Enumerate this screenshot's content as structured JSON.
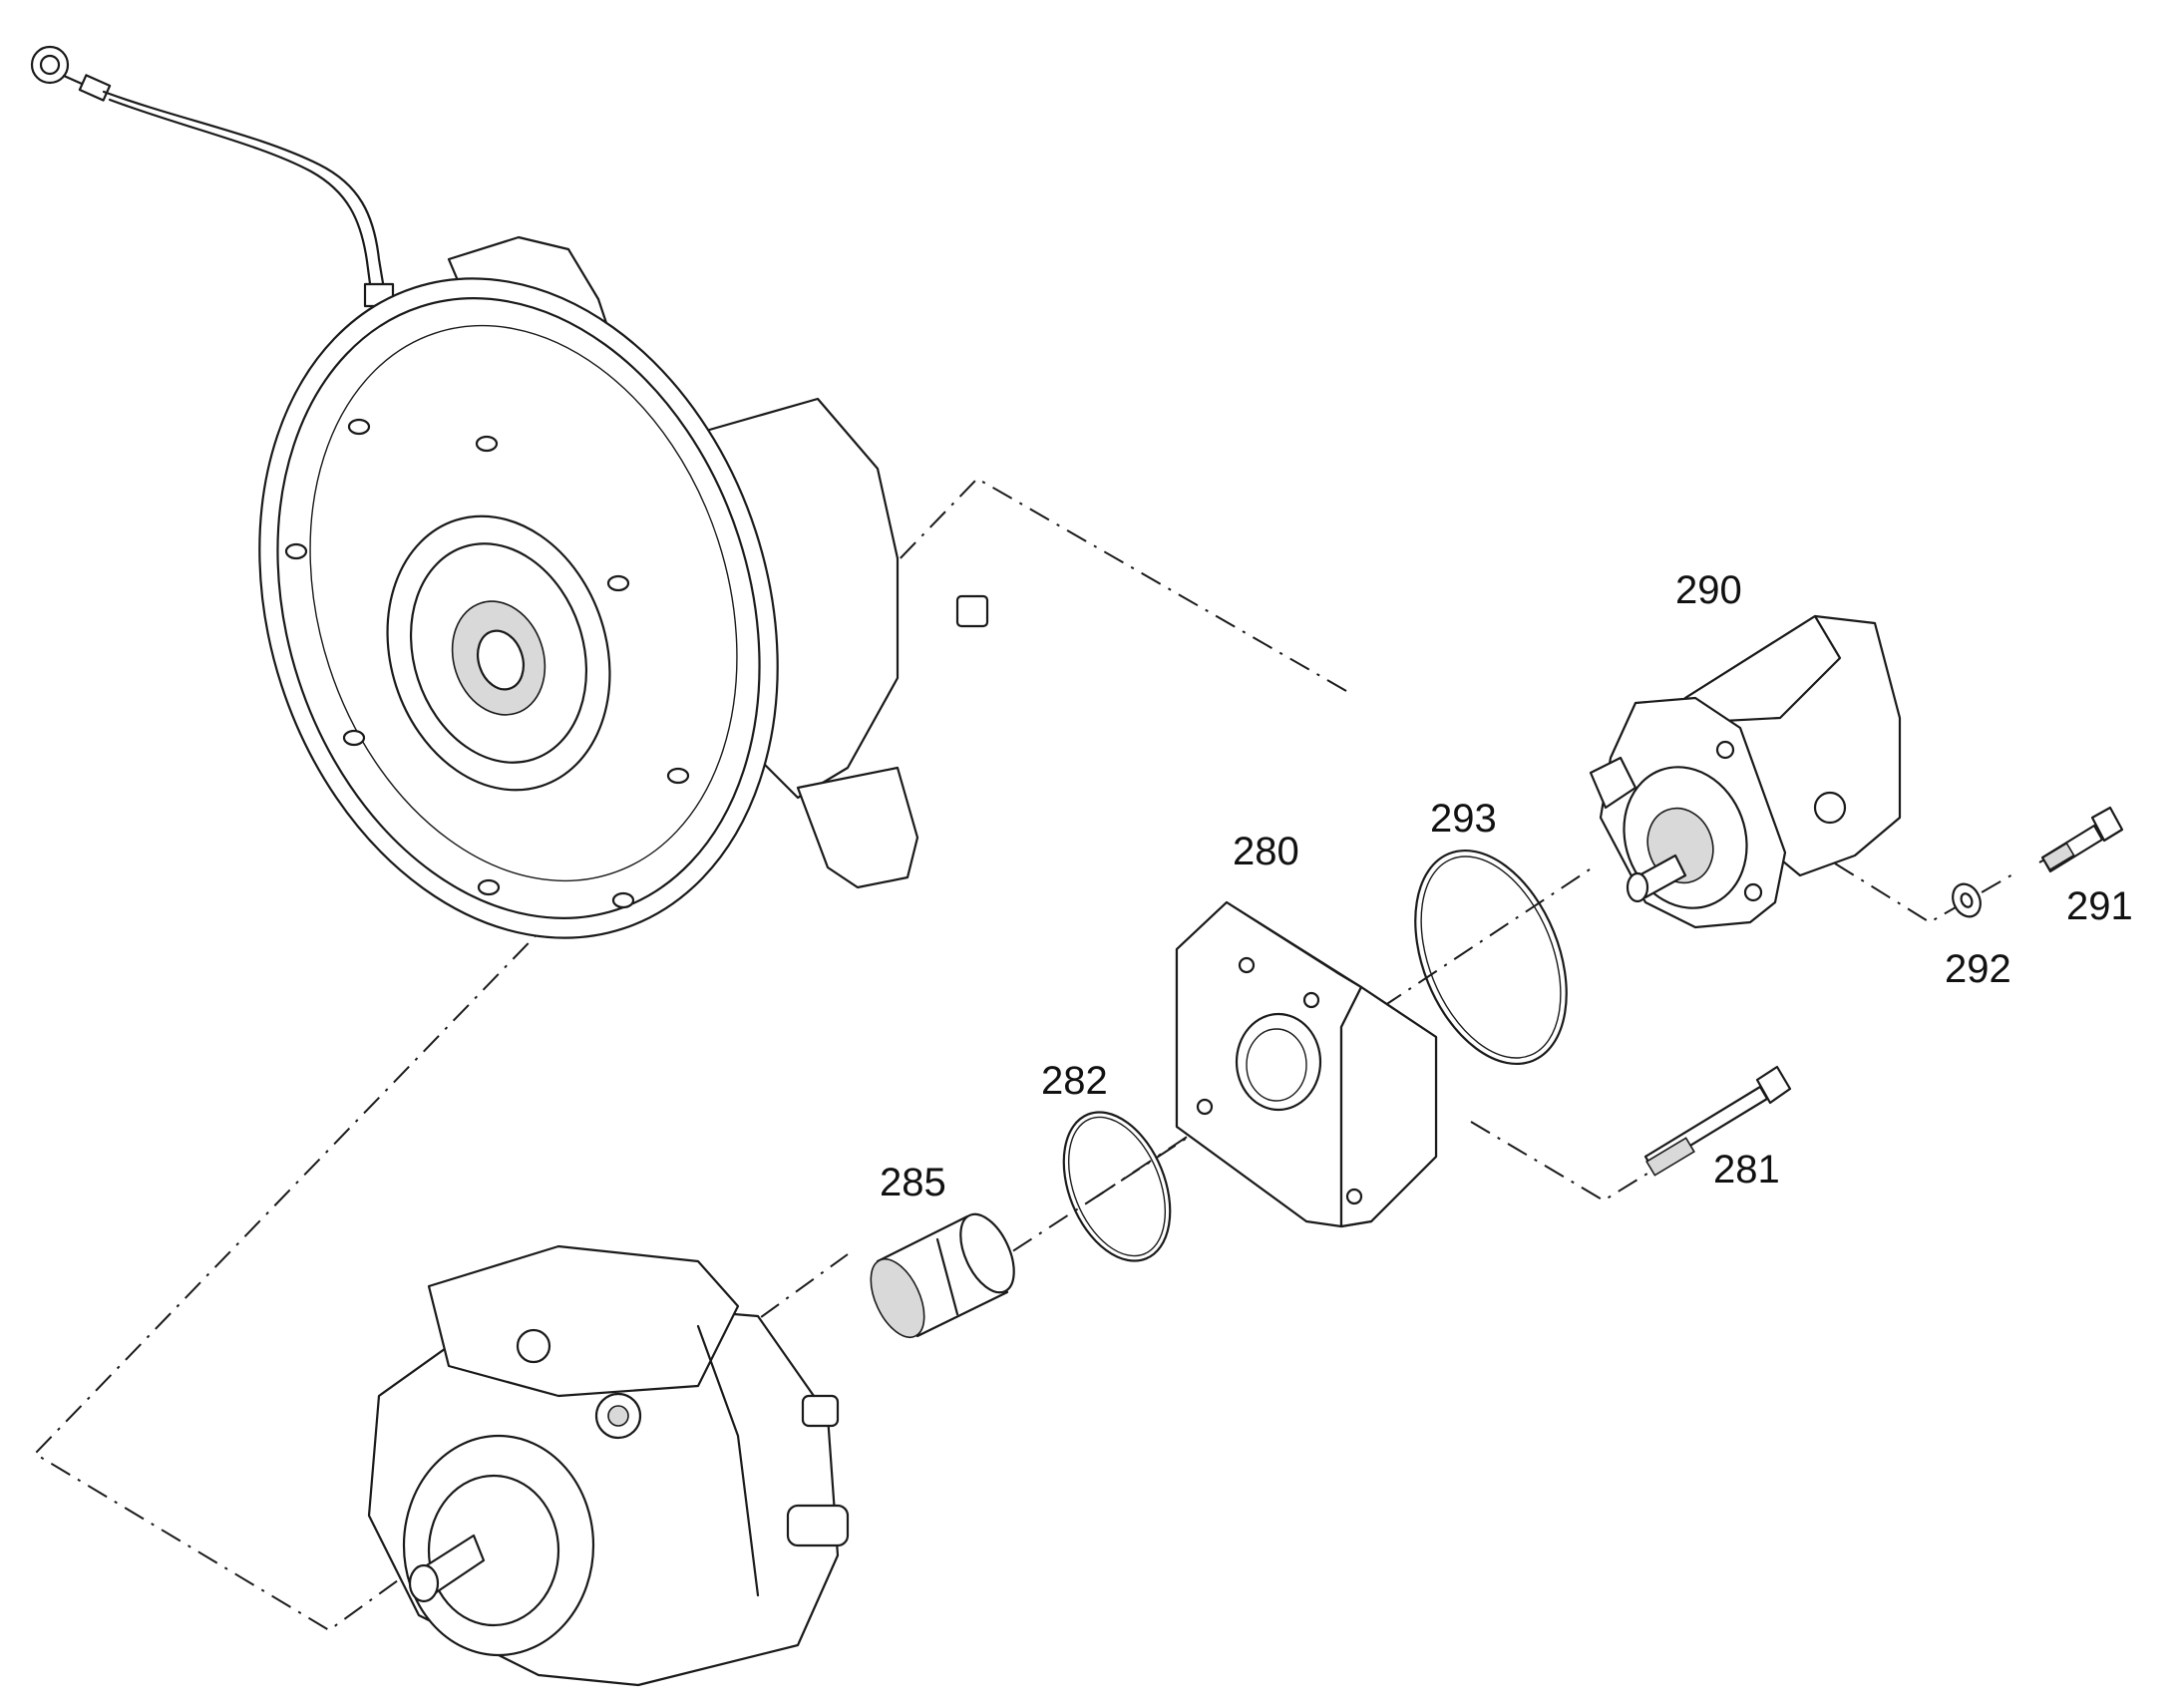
{
  "callouts": {
    "c280": "280",
    "c281": "281",
    "c282": "282",
    "c285": "285",
    "c290": "290",
    "c291": "291",
    "c292": "292",
    "c293": "293"
  },
  "components": [
    "transmission-housing-icon",
    "hydraulic-pump-icon",
    "adapter-plate-icon",
    "gear-pump-icon",
    "o-ring-icon",
    "coupling-sleeve-icon",
    "screw-icon",
    "washer-icon"
  ]
}
